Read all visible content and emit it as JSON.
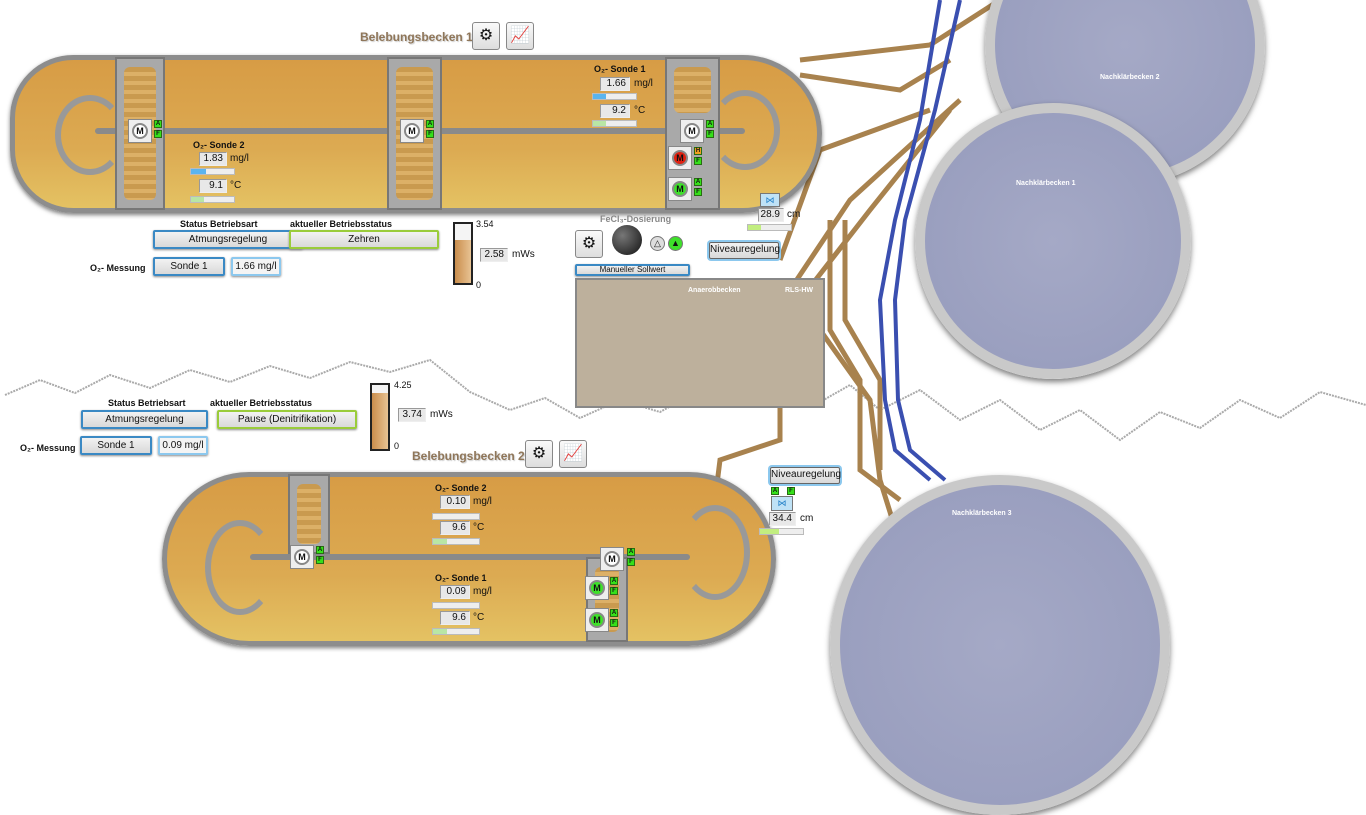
{
  "bb1": {
    "title": "Belebungsbecken 1",
    "sonde1": {
      "label": "O₂- Sonde 1",
      "o2": "1.66",
      "o2_unit": "mg/l",
      "temp": "9.2",
      "temp_unit": "°C",
      "o2_fill": 0.3,
      "temp_fill": 0.3
    },
    "sonde2": {
      "label": "O₂- Sonde 2",
      "o2": "1.83",
      "o2_unit": "mg/l",
      "temp": "9.1",
      "temp_unit": "°C",
      "o2_fill": 0.35,
      "temp_fill": 0.3
    },
    "status_label": "Status Betriebsart",
    "status_value": "Atmungsregelung",
    "betrieb_label": "aktueller Betriebsstatus",
    "betrieb_value": "Zehren",
    "messung_label": "O₂- Messung",
    "messung_sonde": "Sonde 1",
    "messung_value": "1.66 mg/l",
    "gauge": {
      "max": "3.54",
      "min": "0",
      "value": "2.58",
      "unit": "mWs",
      "fill": 0.73
    }
  },
  "bb2": {
    "title": "Belebungsbecken 2",
    "sonde2": {
      "label": "O₂- Sonde 2",
      "o2": "0.10",
      "o2_unit": "mg/l",
      "temp": "9.6",
      "temp_unit": "°C",
      "o2_fill": 0.0,
      "temp_fill": 0.3
    },
    "sonde1": {
      "label": "O₂- Sonde 1",
      "o2": "0.09",
      "o2_unit": "mg/l",
      "temp": "9.6",
      "temp_unit": "°C",
      "o2_fill": 0.0,
      "temp_fill": 0.3
    },
    "status_label": "Status Betriebsart",
    "status_value": "Atmungsregelung",
    "betrieb_label": "aktueller Betriebsstatus",
    "betrieb_value": "Pause (Denitrifikation)",
    "messung_label": "O₂- Messung",
    "messung_sonde": "Sonde 1",
    "messung_value": "0.09 mg/l",
    "gauge": {
      "max": "4.25",
      "min": "0",
      "value": "3.74",
      "unit": "mWs",
      "fill": 0.88
    }
  },
  "fecl": {
    "label": "FeCl₃-Dosierung",
    "sollwert": "Manueller Sollwert"
  },
  "niveau1": {
    "button": "Niveauregelung",
    "value": "28.9",
    "unit": "cm",
    "fill": 0.3
  },
  "niveau2": {
    "button": "Niveauregelung",
    "value": "34.4",
    "unit": "cm",
    "fill": 0.45
  },
  "anaerob": {
    "label": "Anaerobbecken",
    "rls": "RLS-HW"
  },
  "nk": {
    "nk1": "Nachklärbecken 1",
    "nk2": "Nachklärbecken 2",
    "nk3": "Nachklärbecken 3"
  },
  "motor": {
    "m": "M",
    "a": "A",
    "f": "F",
    "h": "H"
  },
  "colors": {
    "sludge": "#d9a64a",
    "water": "#9a9fbf",
    "pipe_brown": "#a8824e",
    "pipe_blue": "#3a4fb0",
    "status_ok": "#35e01a",
    "alarm": "#e02010"
  }
}
